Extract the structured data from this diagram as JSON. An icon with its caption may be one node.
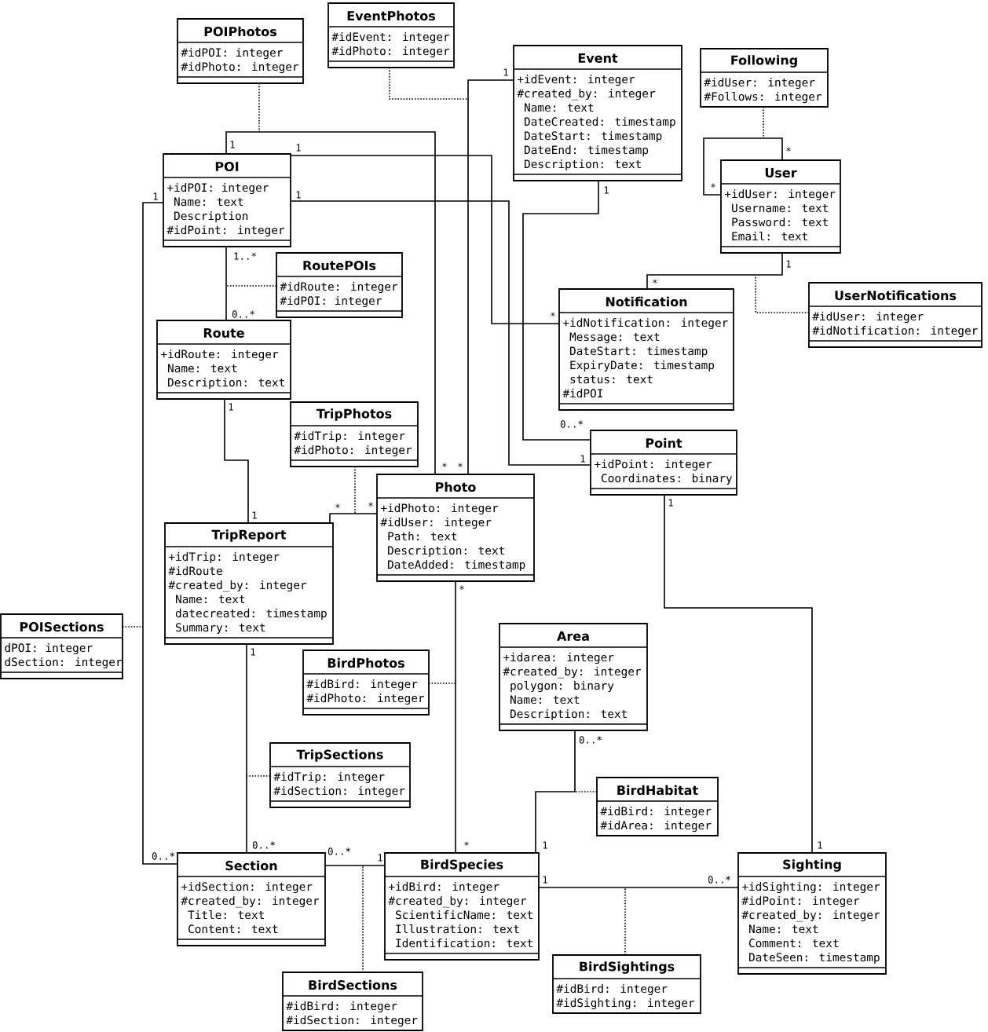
{
  "diagram": {
    "nodes": [
      {
        "text": [
          "EventPhotos",
          "#idEvent: integer",
          "#idPhoto: integer"
        ]
      },
      {
        "text": [
          "POIPhotos",
          "#idPOI: integer",
          "#idPhoto: integer"
        ]
      },
      {
        "text": [
          "Event",
          "+idEvent: integer",
          "#created_by: integer",
          "Name: text",
          "DateCreated: timestamp",
          "DateStart: timestamp",
          "DateEnd: timestamp",
          "Description: text"
        ]
      },
      {
        "text": [
          "Following",
          "#idUser: integer",
          "#Follows: integer"
        ]
      },
      {
        "text": [
          "POI",
          "+idPOI: integer",
          "Name: text",
          "Description",
          "#idPoint: integer"
        ]
      },
      {
        "text": [
          "User",
          "+idUser: integer",
          "Username: text",
          "Password: text",
          "Email: text"
        ]
      },
      {
        "text": [
          "RoutePOIs",
          "#idRoute: integer",
          "#idPOI: integer"
        ]
      },
      {
        "text": [
          "UserNotifications",
          "#idUser: integer",
          "#idNotification: integer"
        ]
      },
      {
        "text": [
          "Notification",
          "+idNotification: integer",
          "Message: text",
          "DateStart: timestamp",
          "ExpiryDate: timestamp",
          "status: text",
          "#idPOI"
        ]
      },
      {
        "text": [
          "Route",
          "+idRoute: integer",
          "Name: text",
          "Description: text"
        ]
      },
      {
        "text": [
          "TripPhotos",
          "#idTrip: integer",
          "#idPhoto: integer"
        ]
      },
      {
        "text": [
          "Point",
          "+idPoint: integer",
          "Coordinates: binary"
        ]
      },
      {
        "text": [
          "Photo",
          "+idPhoto: integer",
          "#idUser: integer",
          "Path: text",
          "Description: text",
          "DateAdded: timestamp"
        ]
      },
      {
        "text": [
          "TripReport",
          "+idTrip: integer",
          "#idRoute",
          "#created_by: integer",
          "Name: text",
          "datecreated: timestamp",
          "Summary: text"
        ]
      },
      {
        "text": [
          "POISections",
          "dPOI: integer",
          "dSection: integer"
        ]
      },
      {
        "text": [
          "Area",
          "+idarea: integer",
          "#created_by: integer",
          "polygon: binary",
          "Name: text",
          "Description: text"
        ]
      },
      {
        "text": [
          "BirdPhotos",
          "#idBird: integer",
          "#idPhoto: integer"
        ]
      },
      {
        "text": [
          "TripSections",
          "#idTrip: integer",
          "#idSection: integer"
        ]
      },
      {
        "text": [
          "BirdHabitat",
          "#idBird: integer",
          "#idArea: integer"
        ]
      },
      {
        "text": [
          "Section",
          "+idSection: integer",
          "#created_by: integer",
          "Title: text",
          "Content: text"
        ]
      },
      {
        "text": [
          "BirdSpecies",
          "+idBird: integer",
          "#created_by: integer",
          "ScientificName: text",
          "Illustration: text",
          "Identification: text"
        ]
      },
      {
        "text": [
          "Sighting",
          "+idSighting: integer",
          "#idPoint: integer",
          "#created_by: integer",
          "Name: text",
          "Comment: text",
          "DateSeen: timestamp"
        ]
      },
      {
        "text": [
          "BirdSightings",
          "#idBird: integer",
          "#idSighting: integer"
        ]
      },
      {
        "text": [
          "BirdSections",
          "#idBird: integer",
          "#idSection: integer"
        ]
      }
    ],
    "edges": [
      {
        "from": 4,
        "to": 12,
        "arrow": "none"
      },
      {
        "from": 2,
        "to": 12,
        "arrow": "none"
      },
      {
        "from": 4,
        "to": 8,
        "arrow": "none"
      },
      {
        "from": 4,
        "to": 11,
        "arrow": "none"
      },
      {
        "from": 4,
        "to": 19,
        "arrow": "none"
      },
      {
        "from": 4,
        "to": 9,
        "arrow": "none"
      },
      {
        "from": 9,
        "to": 13,
        "arrow": "none"
      },
      {
        "from": 13,
        "to": 12,
        "arrow": "none"
      },
      {
        "from": 13,
        "to": 19,
        "arrow": "none"
      },
      {
        "from": 12,
        "to": 20,
        "arrow": "none"
      },
      {
        "from": 19,
        "to": 20,
        "arrow": "none"
      },
      {
        "from": 15,
        "to": 20,
        "arrow": "none"
      },
      {
        "from": 20,
        "to": 21,
        "arrow": "none"
      },
      {
        "from": 11,
        "to": 21,
        "arrow": "none"
      },
      {
        "from": 2,
        "to": 11,
        "arrow": "none"
      },
      {
        "from": 5,
        "to": 5,
        "arrow": "none"
      },
      {
        "from": 5,
        "to": 8,
        "arrow": "none"
      },
      {
        "from": 1,
        "to": null,
        "arrow": "none",
        "style": "dashed"
      },
      {
        "from": 0,
        "to": null,
        "arrow": "none",
        "style": "dashed"
      },
      {
        "from": 6,
        "to": null,
        "arrow": "none",
        "style": "dashed"
      },
      {
        "from": 10,
        "to": null,
        "arrow": "none",
        "style": "dashed"
      },
      {
        "from": 14,
        "to": null,
        "arrow": "none",
        "style": "dashed"
      },
      {
        "from": 17,
        "to": null,
        "arrow": "none",
        "style": "dashed"
      },
      {
        "from": 16,
        "to": null,
        "arrow": "none",
        "style": "dashed"
      },
      {
        "from": 23,
        "to": null,
        "arrow": "none",
        "style": "dashed"
      },
      {
        "from": 18,
        "to": null,
        "arrow": "none",
        "style": "dashed"
      },
      {
        "from": 22,
        "to": null,
        "arrow": "none",
        "style": "dashed"
      },
      {
        "from": 3,
        "to": null,
        "arrow": "none",
        "style": "dashed"
      },
      {
        "from": 7,
        "to": null,
        "arrow": "none",
        "style": "dashed"
      }
    ],
    "labels": [
      "1",
      "1",
      "1",
      "*",
      "*",
      "1",
      "1",
      "1",
      "1..*",
      "1",
      "*",
      "0..*",
      "*",
      "1",
      "0..*",
      "1",
      "*",
      "*",
      "1",
      "*",
      "*",
      "1",
      "*",
      "1",
      "0..*",
      "0..*",
      "*",
      "1",
      "1",
      "0..*",
      "0..*",
      "1",
      "1",
      "0..*"
    ]
  }
}
